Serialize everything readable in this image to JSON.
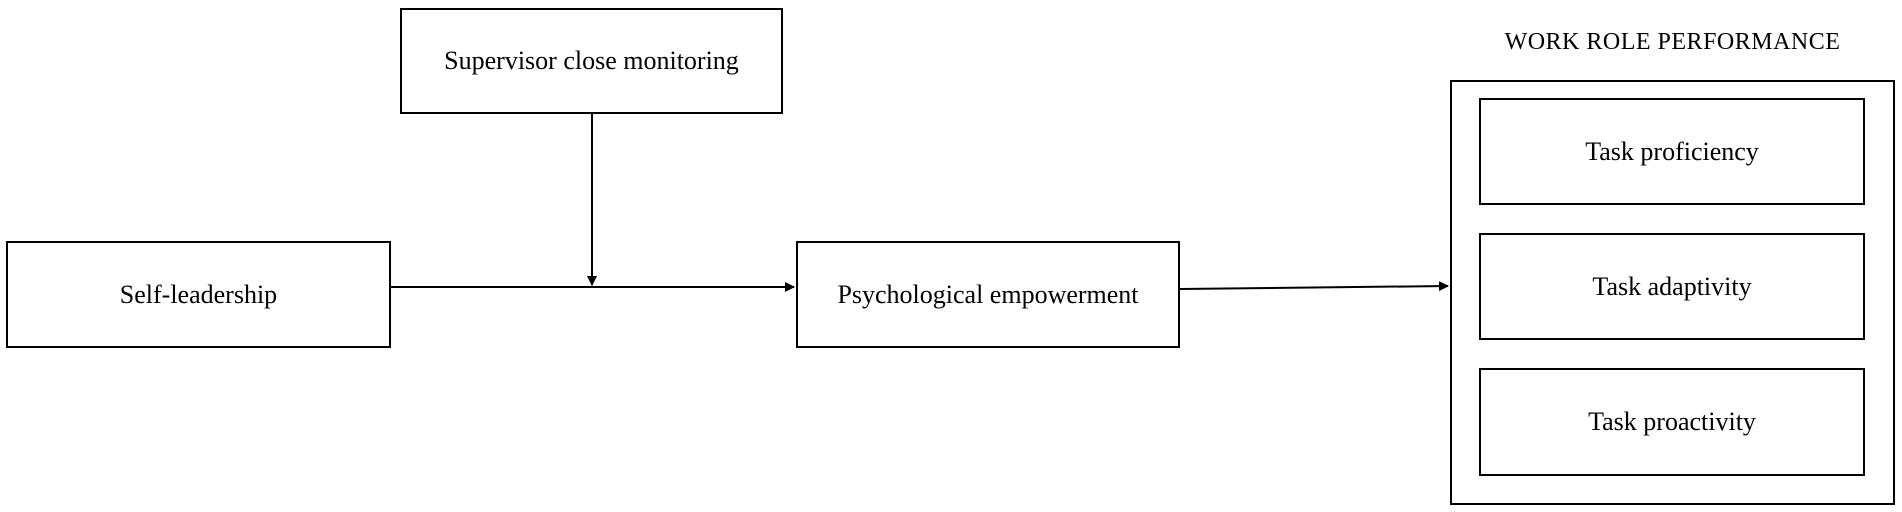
{
  "nodes": {
    "supervisor_close_monitoring": "Supervisor close monitoring",
    "self_leadership": "Self-leadership",
    "psychological_empowerment": "Psychological empowerment",
    "work_role_performance": {
      "title": "WORK ROLE PERFORMANCE",
      "components": {
        "task_proficiency": "Task proficiency",
        "task_adaptivity": "Task adaptivity",
        "task_proactivity": "Task proactivity"
      }
    }
  },
  "edges": [
    {
      "from": "self_leadership",
      "to": "psychological_empowerment"
    },
    {
      "from": "supervisor_close_monitoring",
      "to": "self_leadership->psychological_empowerment"
    },
    {
      "from": "psychological_empowerment",
      "to": "work_role_performance"
    }
  ],
  "colors": {
    "line": "#000000",
    "background": "#ffffff"
  }
}
